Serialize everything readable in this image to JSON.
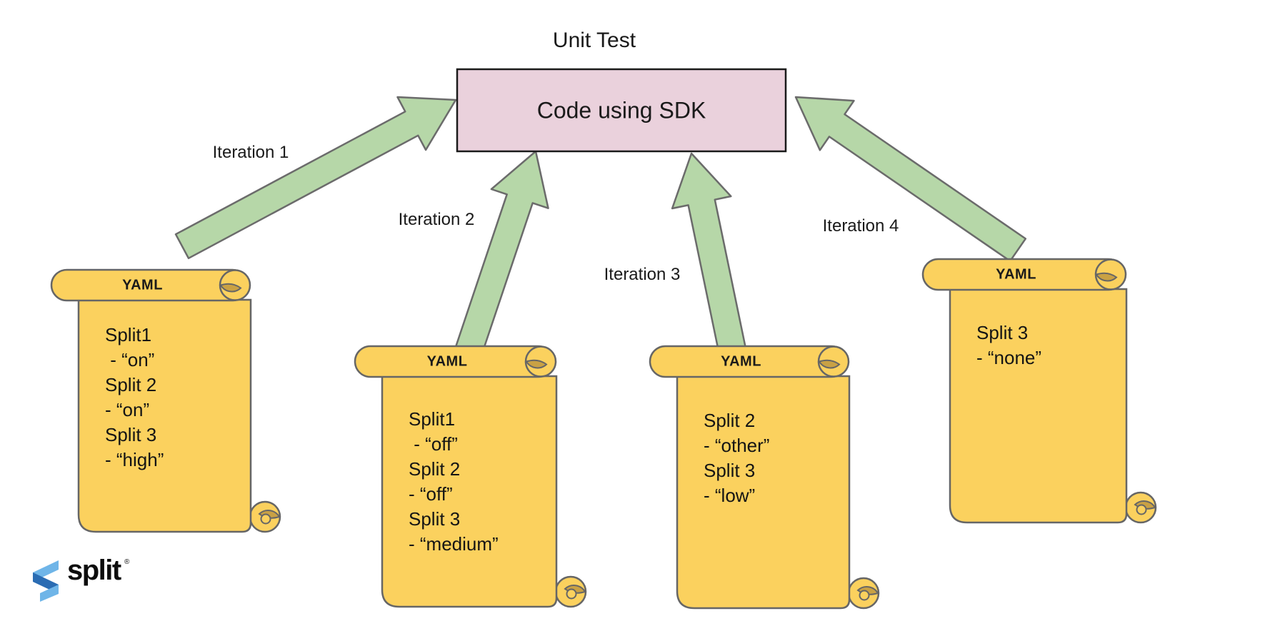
{
  "title": "Unit Test",
  "sdk_box": {
    "label": "Code using SDK"
  },
  "arrows": [
    {
      "label": "Iteration 1"
    },
    {
      "label": "Iteration 2"
    },
    {
      "label": "Iteration 3"
    },
    {
      "label": "Iteration 4"
    }
  ],
  "scrolls": [
    {
      "header": "YAML",
      "lines": [
        "Split1",
        " - “on”",
        "Split 2",
        "- “on”",
        "Split 3",
        "- “high”"
      ]
    },
    {
      "header": "YAML",
      "lines": [
        "Split1",
        " - “off”",
        "Split 2",
        "- “off”",
        "Split 3",
        "- “medium”"
      ]
    },
    {
      "header": "YAML",
      "lines": [
        "Split 2",
        "- “other”",
        "Split 3",
        "- “low”"
      ]
    },
    {
      "header": "YAML",
      "lines": [
        "Split 3",
        "- “none”"
      ]
    }
  ],
  "logo": {
    "text": "split",
    "trademark": "®"
  },
  "colors": {
    "scroll_fill": "#FBD15E",
    "scroll_fold": "#C9A144",
    "scroll_stroke": "#666666",
    "arrow_fill": "#B6D7A8",
    "arrow_stroke": "#6B6B6B",
    "box_fill": "#EAD1DC",
    "box_stroke": "#1A1A1A",
    "logo_blue_light": "#6FB5E8",
    "logo_blue_dark": "#2A6CB3"
  }
}
